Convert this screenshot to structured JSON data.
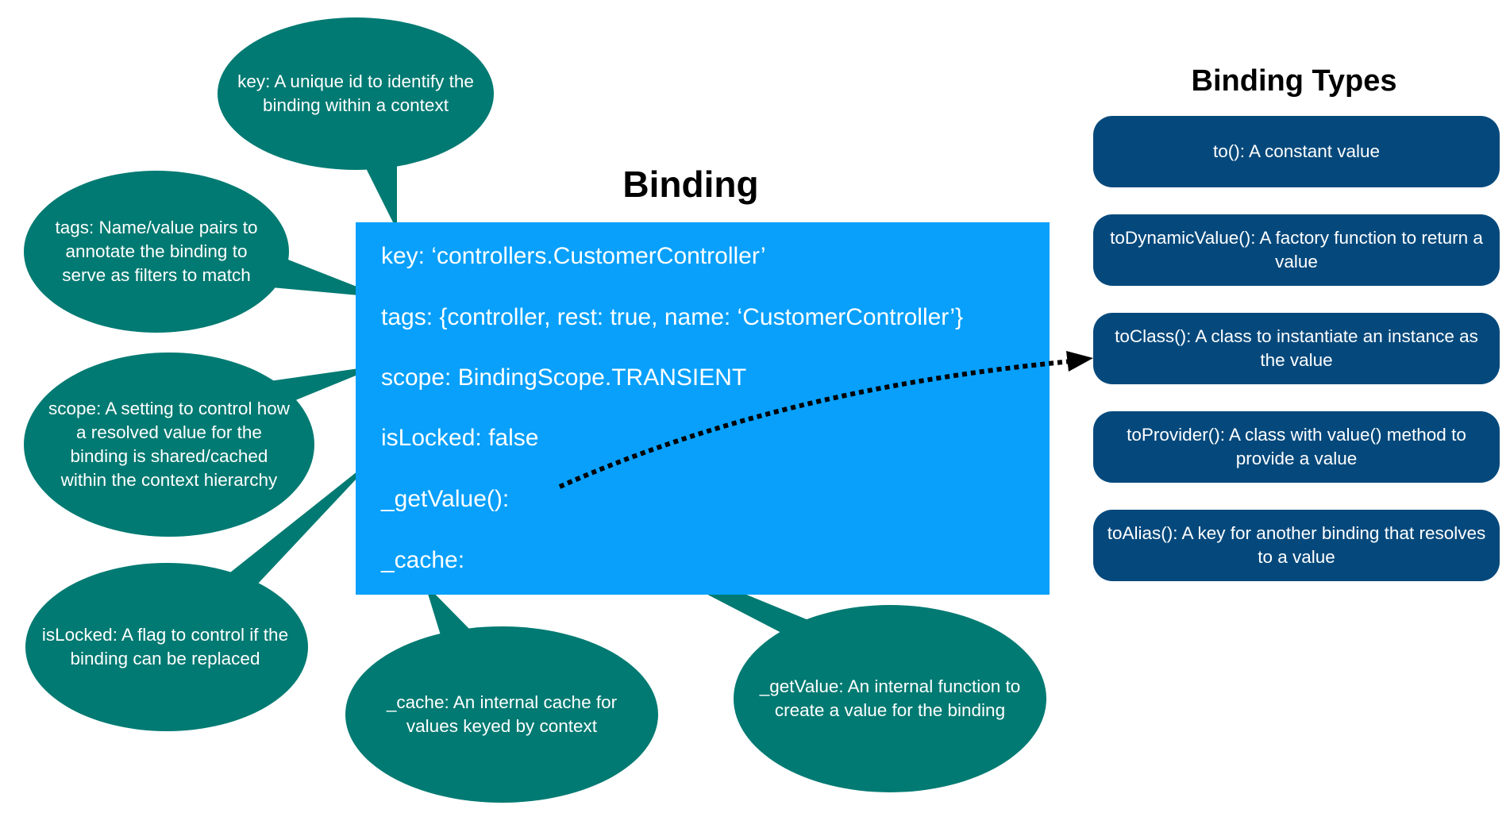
{
  "binding": {
    "title": "Binding",
    "properties": [
      "key: ‘controllers.CustomerController’",
      "tags: {controller, rest: true, name: ‘CustomerController’}",
      "scope: BindingScope.TRANSIENT",
      "isLocked: false",
      "_getValue():",
      "_cache:"
    ]
  },
  "callouts": {
    "key": "key: A unique id to identify the binding within a context",
    "tags": "tags: Name/value pairs to annotate the binding to serve as filters to match",
    "scope": "scope: A setting to control how a resolved value for the binding is shared/cached within the context hierarchy",
    "isLocked": "isLocked: A flag to control if the binding can be replaced",
    "cache": "_cache: An internal cache for values keyed by context",
    "getValue": "_getValue: An internal function to create a value for the binding"
  },
  "binding_types": {
    "title": "Binding Types",
    "items": [
      "to(): A constant value",
      "toDynamicValue(): A factory function to return a value",
      "toClass(): A class to instantiate an instance as the value",
      "toProvider(): A class with value() method to provide a value",
      "toAlias(): A key for another binding that resolves to a value"
    ]
  },
  "colors": {
    "callout": "#007a72",
    "binding_box": "#08a0fb",
    "type_box": "#05497c"
  }
}
